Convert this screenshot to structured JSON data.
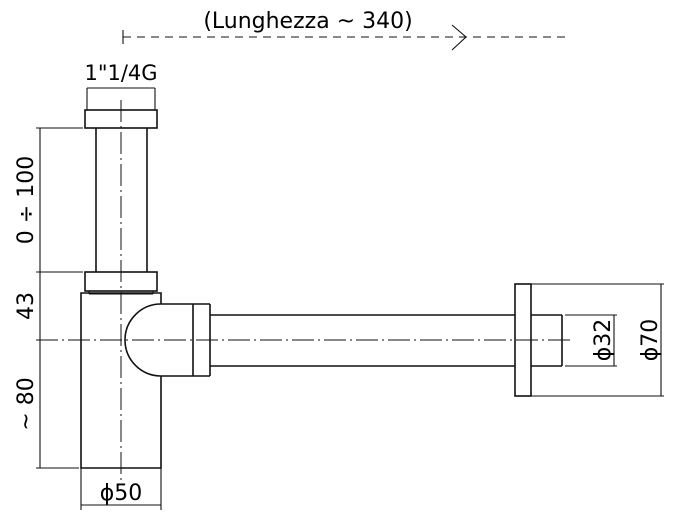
{
  "drawing": {
    "title": "Bottle trap technical drawing",
    "length_label": "(Lunghezza ~ 340)",
    "thread_label": "1\"1/4G",
    "extension_label": "0 ÷ 100",
    "offset_label": "43",
    "body_height_label": "~ 80",
    "body_diameter_label": "ϕ50",
    "pipe_diameter_label": "ϕ32",
    "flange_diameter_label": "ϕ70"
  },
  "colors": {
    "line": "#111111",
    "background": "#ffffff"
  }
}
